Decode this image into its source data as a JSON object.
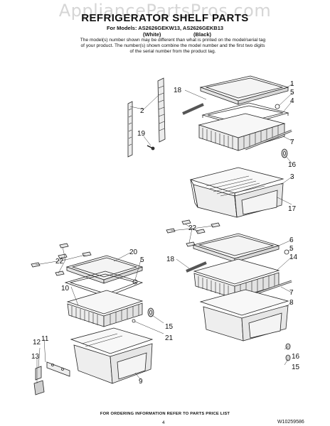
{
  "watermark": "AppliancePartsPros.com",
  "title": "REFRIGERATOR SHELF PARTS",
  "models_line": "For Models: AS2626GEKW13, AS2626GEKB13",
  "color_white": "(White)",
  "color_black": "(Black)",
  "note": "The model(s) number shown may be different than what is printed on the model/serial tag of your product. The number(s) shown combine the model number and the first two digits of the serial number from the product tag.",
  "footer": "FOR ORDERING INFORMATION REFER TO PARTS PRICE LIST",
  "page_number": "4",
  "document_number": "W10259586",
  "callouts": {
    "c1": "1",
    "c5a": "5",
    "c4": "4",
    "c18a": "18",
    "c2": "2",
    "c19": "19",
    "c7a": "7",
    "c16a": "16",
    "c3": "3",
    "c17": "17",
    "c22a": "22",
    "c6": "6",
    "c5b": "5",
    "c14": "14",
    "c18b": "18",
    "c7b": "7",
    "c8": "8",
    "c20": "20",
    "c5c": "5",
    "c22b": "22",
    "c10": "10",
    "c15a": "15",
    "c21": "21",
    "c12": "12",
    "c11": "11",
    "c13": "13",
    "c9": "9",
    "c16b": "16",
    "c15b": "15"
  }
}
